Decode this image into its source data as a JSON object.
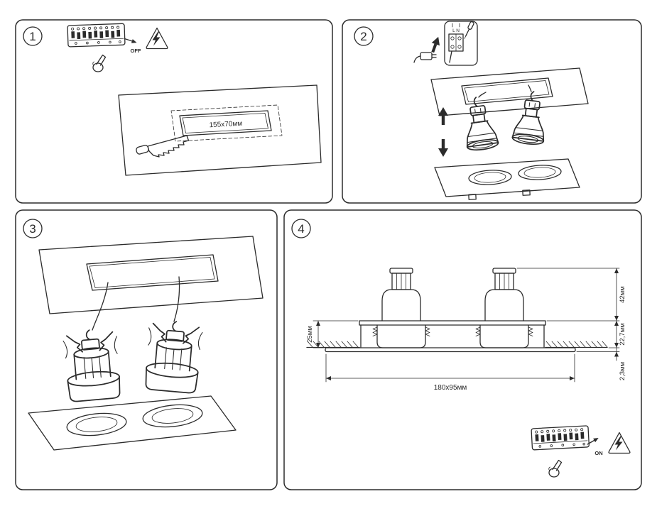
{
  "sheet": {
    "background": "#ffffff",
    "line_color": "#2b2b2b"
  },
  "steps": {
    "s1": {
      "number": "1",
      "power_label": "OFF",
      "cutout_size": "155x70мм"
    },
    "s2": {
      "number": "2",
      "terminal_label": "L N"
    },
    "s3": {
      "number": "3"
    },
    "s4": {
      "number": "4",
      "power_label": "ON",
      "dim_lamp_height": "42мм",
      "dim_housing_height": "22,7мм",
      "dim_trim_height": "2,3мм",
      "dim_recess_depth": "25мм",
      "dim_frame_size": "180x95мм"
    }
  }
}
